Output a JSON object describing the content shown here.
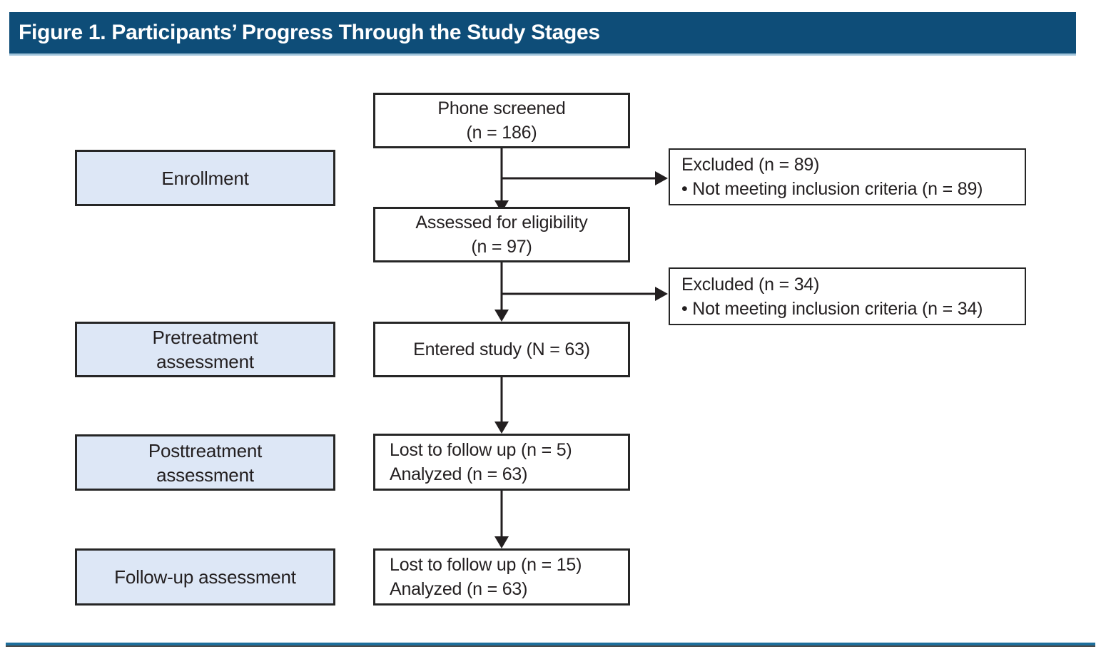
{
  "figure": {
    "title": "Figure 1. Participants’ Progress Through the Study Stages"
  },
  "stage_labels": [
    {
      "lines": [
        "Enrollment"
      ]
    },
    {
      "lines": [
        "Pretreatment",
        "assessment"
      ]
    },
    {
      "lines": [
        "Posttreatment",
        "assessment"
      ]
    },
    {
      "lines": [
        "Follow-up assessment"
      ]
    }
  ],
  "flow_boxes": [
    {
      "lines": [
        "Phone screened",
        "(n = 186)"
      ]
    },
    {
      "lines": [
        "Assessed for eligibility",
        "(n = 97)"
      ]
    },
    {
      "lines": [
        "Entered study (N = 63)"
      ]
    },
    {
      "lines": [
        "Lost to follow up (n = 5)",
        "Analyzed (n = 63)"
      ]
    },
    {
      "lines": [
        "Lost to follow up (n = 15)",
        "Analyzed (n = 63)"
      ]
    }
  ],
  "exclusion_boxes": [
    {
      "lines": [
        "Excluded (n = 89)",
        "• Not meeting inclusion criteria (n = 89)"
      ]
    },
    {
      "lines": [
        "Excluded (n = 34)",
        "• Not meeting inclusion criteria (n = 34)"
      ]
    }
  ],
  "connections": [
    "Phone screened -> Assessed for eligibility",
    "Phone screened -> Excluded (n = 89)",
    "Assessed for eligibility -> Entered study",
    "Assessed for eligibility -> Excluded (n = 34)",
    "Entered study -> Posttreatment outcome",
    "Posttreatment outcome -> Follow-up outcome"
  ],
  "colors": {
    "title_bar_bg": "#0e4d78",
    "title_bar_underline": "#9fc3da",
    "stage_box_fill": "#dde7f6",
    "box_border": "#262626",
    "text": "#231f20",
    "arrow": "#231f20",
    "footer_rule_blue": "#1e6f9c",
    "footer_rule_dark": "#4a4a4a"
  }
}
